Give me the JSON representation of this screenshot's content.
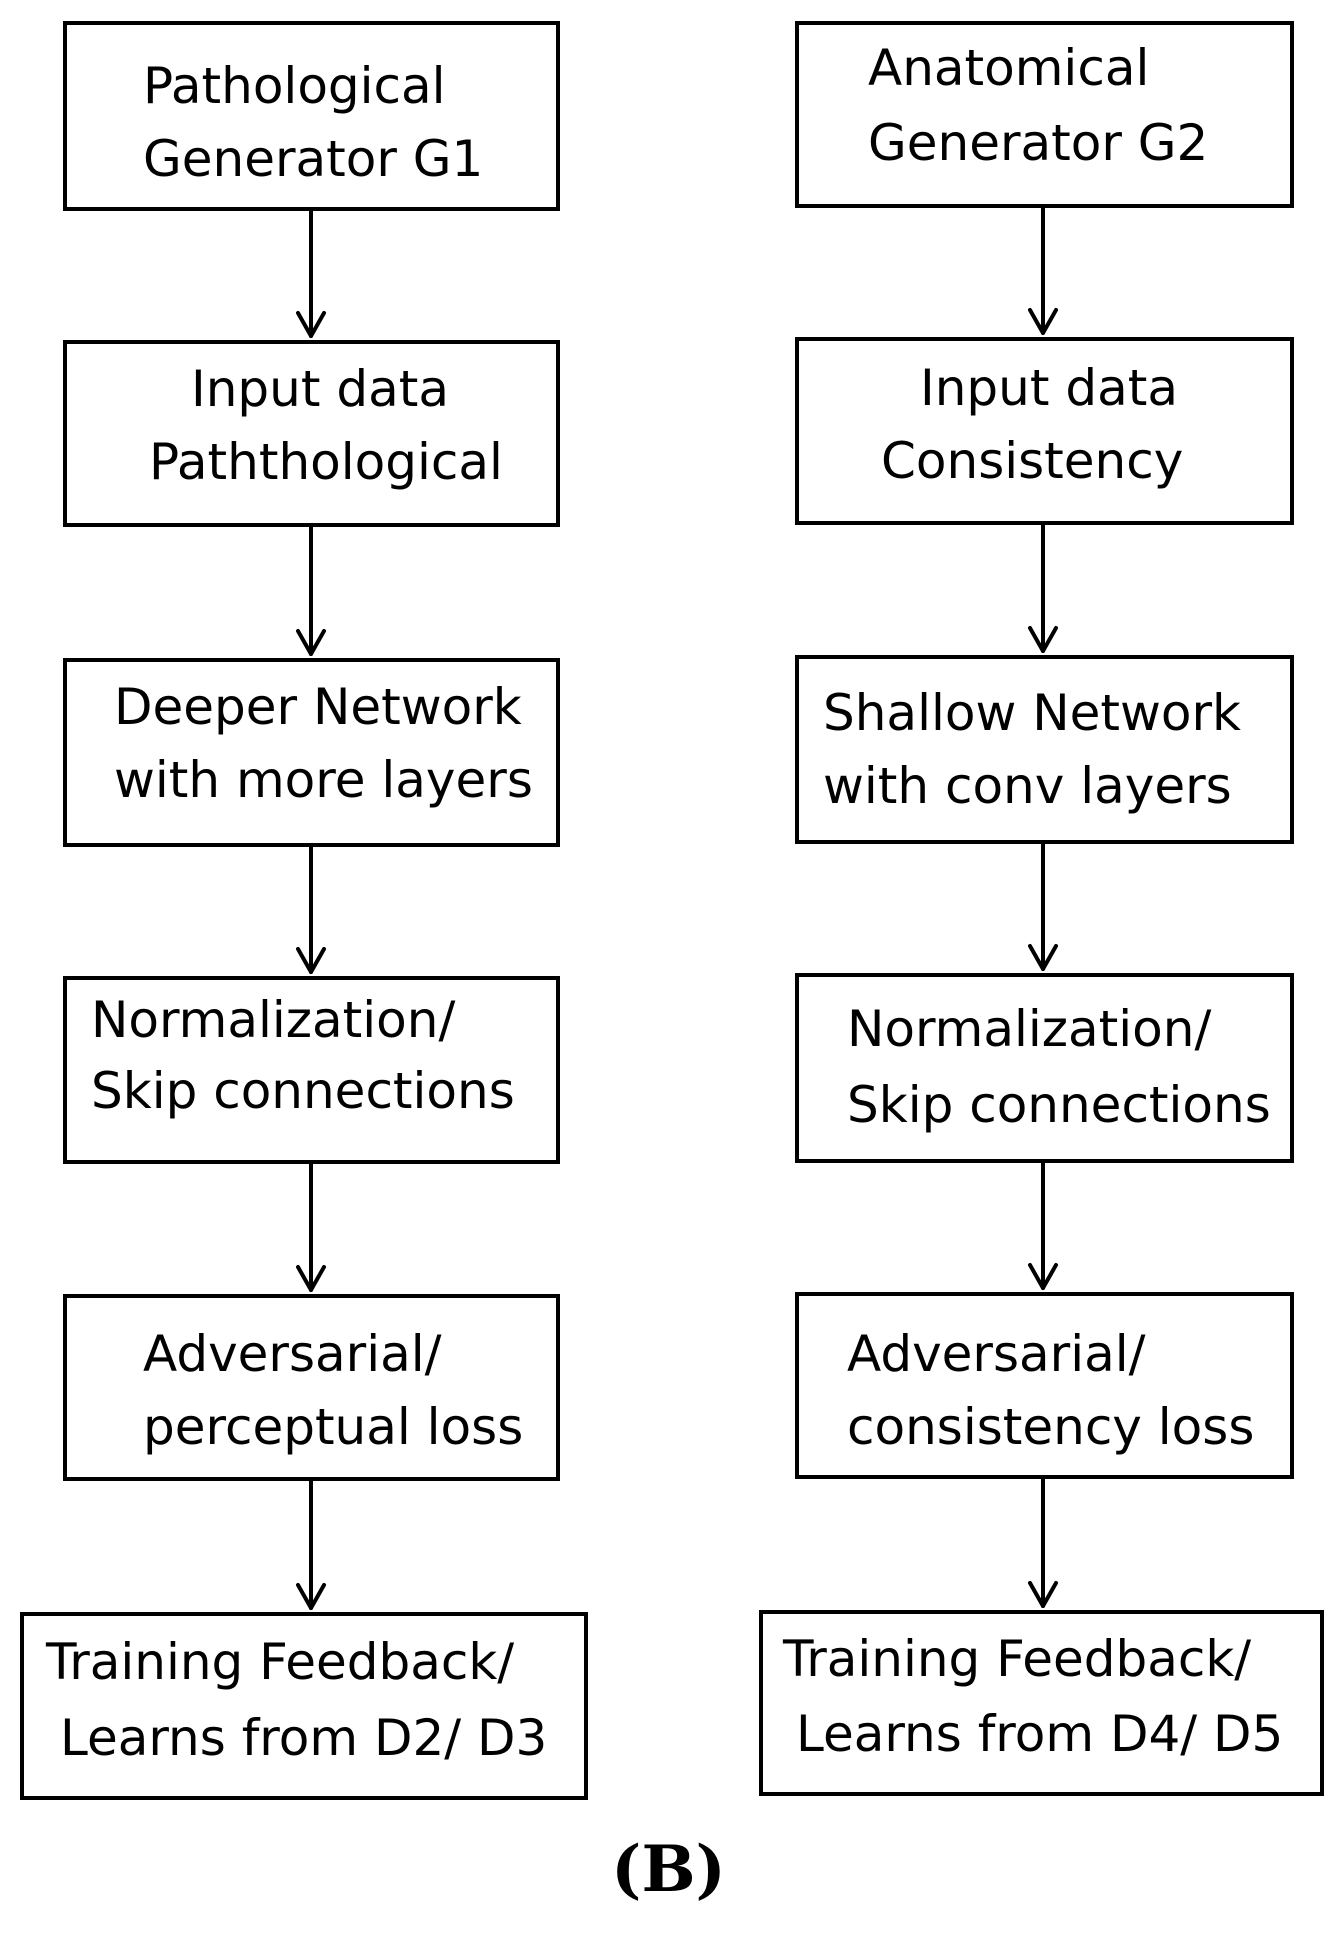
{
  "diagram": {
    "columns": [
      {
        "boxes": [
          {
            "lines": [
              "Pathological",
              "Generator G1"
            ]
          },
          {
            "lines": [
              "Input data",
              "Paththological"
            ]
          },
          {
            "lines": [
              "Deeper Network",
              "with more layers"
            ]
          },
          {
            "lines": [
              "Normalization/",
              "Skip connections"
            ]
          },
          {
            "lines": [
              "Adversarial/",
              "perceptual loss"
            ]
          },
          {
            "lines": [
              "Training Feedback/",
              "Learns from D2/ D3"
            ]
          }
        ]
      },
      {
        "boxes": [
          {
            "lines": [
              "Anatomical",
              "Generator G2"
            ]
          },
          {
            "lines": [
              "Input data",
              "Consistency"
            ]
          },
          {
            "lines": [
              "Shallow Network",
              "with conv layers"
            ]
          },
          {
            "lines": [
              "Normalization/",
              "Skip connections"
            ]
          },
          {
            "lines": [
              "Adversarial/",
              "consistency loss"
            ]
          },
          {
            "lines": [
              "Training Feedback/",
              "Learns from D4/ D5"
            ]
          }
        ]
      }
    ],
    "caption": "(B)"
  }
}
